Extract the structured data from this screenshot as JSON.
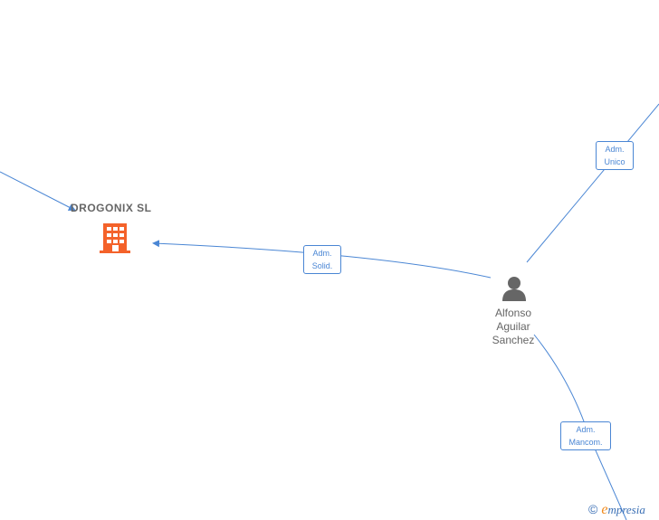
{
  "company": {
    "name": "DROGONIX  SL",
    "icon": "building-icon",
    "color": "#f4622a"
  },
  "person": {
    "name_lines": [
      "Alfonso",
      "Aguilar",
      "Sanchez"
    ],
    "icon": "person-icon",
    "color": "#666666"
  },
  "edges": [
    {
      "label_lines": [
        "Adm.",
        "Unico"
      ]
    },
    {
      "label_lines": [
        "Adm.",
        "Solid."
      ]
    },
    {
      "label_lines": [
        "Adm.",
        "Mancom."
      ]
    }
  ],
  "watermark": {
    "copyright": "©",
    "brand_initial": "e",
    "brand_rest": "mpresia"
  },
  "colors": {
    "edge": "#4a86d4",
    "text": "#666666",
    "company_icon": "#f4622a"
  }
}
